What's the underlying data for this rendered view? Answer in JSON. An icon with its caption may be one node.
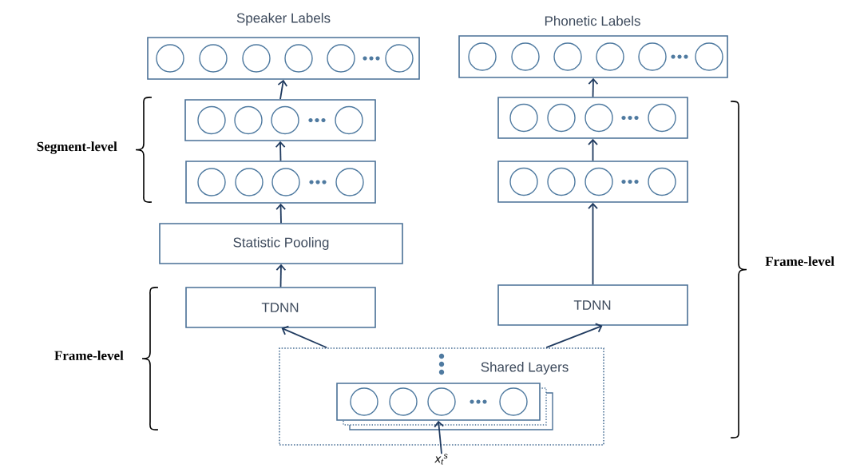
{
  "diagram": {
    "nodes": [
      {
        "text": [
          "Speaker Labels"
        ]
      },
      {
        "text": [
          "Phonetic Labels"
        ]
      },
      {
        "text": [],
        "shape": "box"
      },
      {
        "text": [],
        "shape": "box"
      },
      {
        "text": [],
        "shape": "box"
      },
      {
        "text": [],
        "shape": "box"
      },
      {
        "text": [
          "Statistic Pooling"
        ]
      },
      {
        "text": [
          "TDNN"
        ]
      },
      {
        "text": [
          "TDNN"
        ]
      },
      {
        "text": [
          "Shared Layers"
        ]
      },
      {
        "text": [],
        "shape": "box",
        "in": 9
      },
      {
        "text": [
          "x$_{t}$$^{s}$"
        ]
      }
    ],
    "edges": [
      {
        "from": 11,
        "to": 10,
        "arrow": "to"
      },
      {
        "from": 9,
        "to": 7,
        "arrow": "to"
      },
      {
        "from": 9,
        "to": 8,
        "arrow": "to"
      },
      {
        "from": 7,
        "to": 6,
        "arrow": "to"
      },
      {
        "from": 6,
        "to": 4,
        "arrow": "to"
      },
      {
        "from": 4,
        "to": 2,
        "arrow": "to"
      },
      {
        "from": 2,
        "to": 0,
        "arrow": "to"
      },
      {
        "from": 8,
        "to": 5,
        "arrow": "to"
      },
      {
        "from": 5,
        "to": 3,
        "arrow": "to"
      },
      {
        "from": 3,
        "to": 1,
        "arrow": "to"
      }
    ],
    "labels": [
      "Segment-level",
      "Frame-level",
      "Frame-level"
    ]
  }
}
